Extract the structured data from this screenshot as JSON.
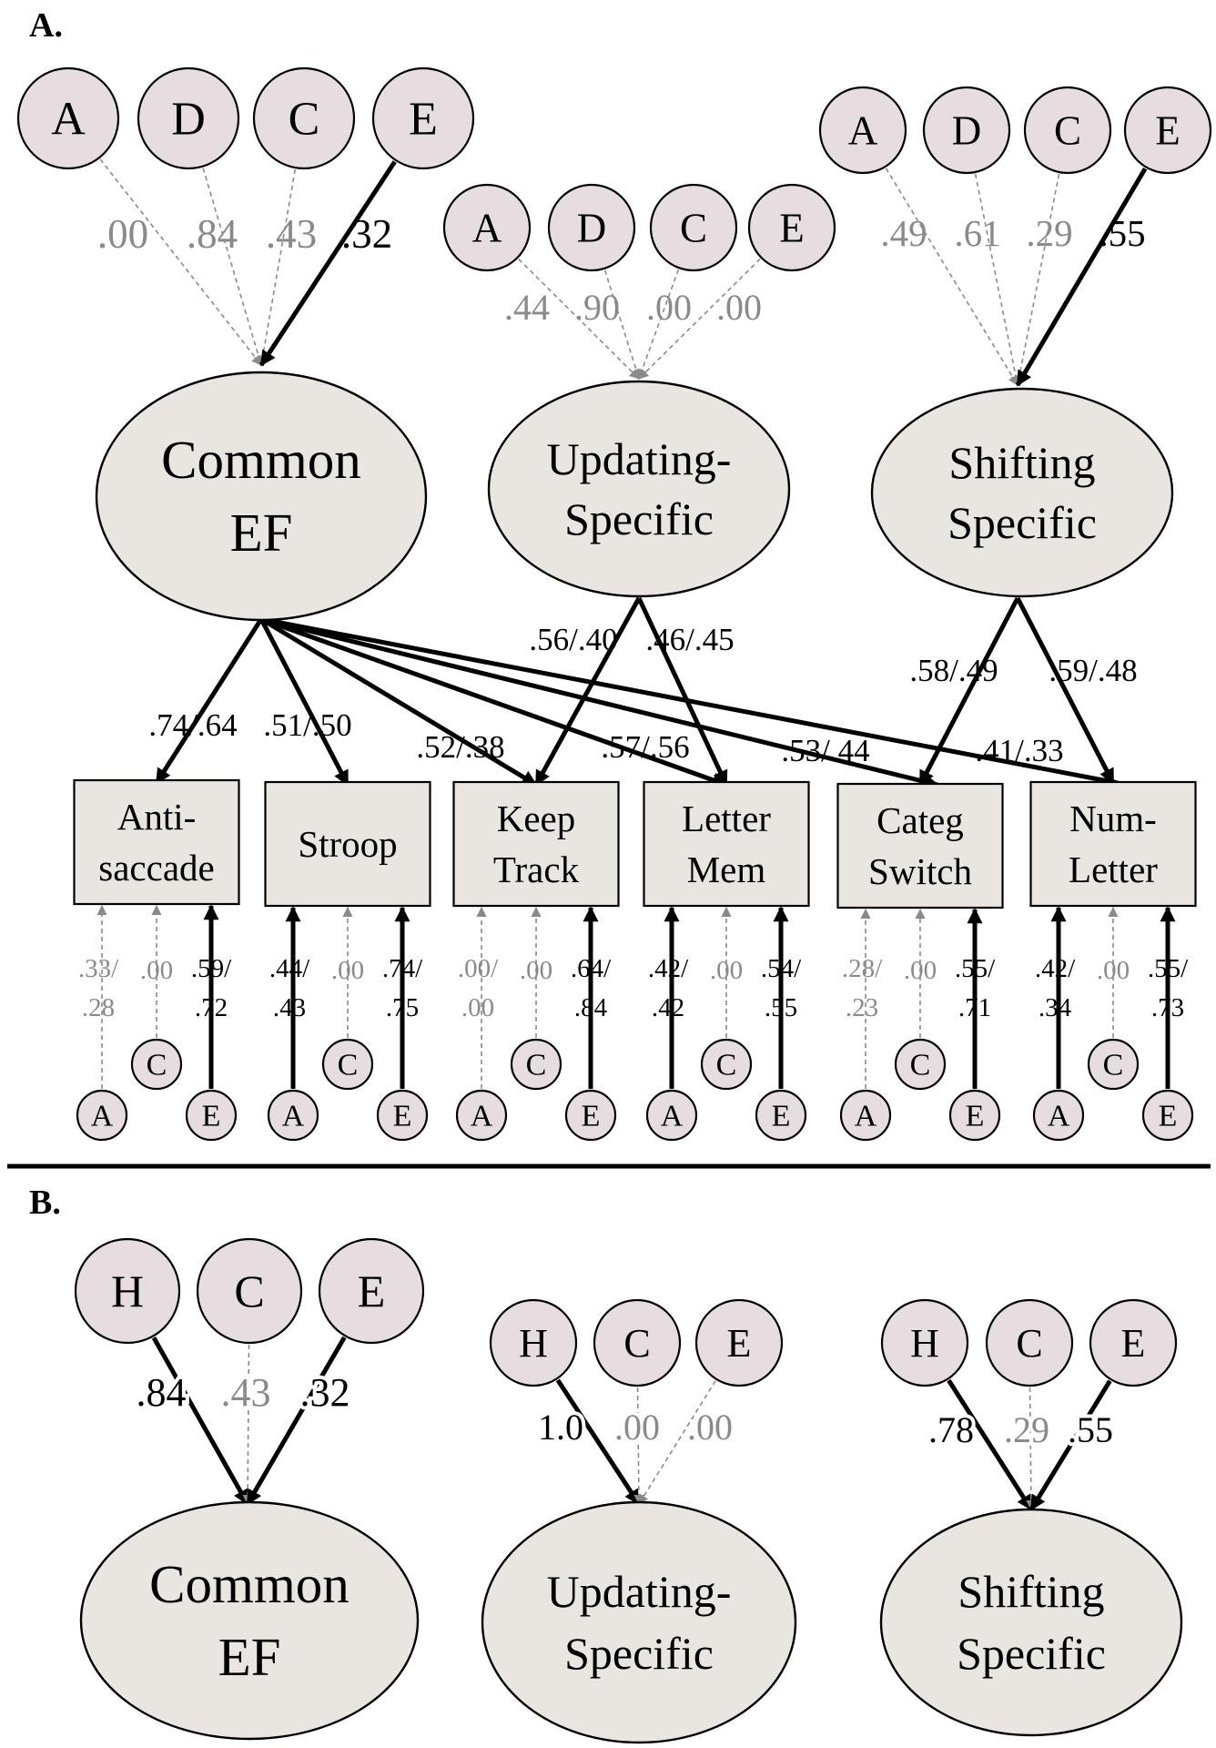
{
  "panels": {
    "a": {
      "label": "A."
    },
    "b": {
      "label": "B."
    }
  },
  "colors": {
    "circle_fill": "#e6dde0",
    "latent_fill": "#e9e6e1",
    "significant": "#000000",
    "nonsignificant": "#8a8a8a"
  },
  "panel_a": {
    "factors": {
      "common": {
        "name": [
          "Common",
          "EF"
        ],
        "components": [
          {
            "letter": "A",
            "value": ".00",
            "significant": false
          },
          {
            "letter": "D",
            "value": ".84",
            "significant": false
          },
          {
            "letter": "C",
            "value": ".43",
            "significant": false
          },
          {
            "letter": "E",
            "value": ".32",
            "significant": true
          }
        ]
      },
      "updating": {
        "name": [
          "Updating-",
          "Specific"
        ],
        "components": [
          {
            "letter": "A",
            "value": ".44",
            "significant": false
          },
          {
            "letter": "D",
            "value": ".90",
            "significant": false
          },
          {
            "letter": "C",
            "value": ".00",
            "significant": false
          },
          {
            "letter": "E",
            "value": ".00",
            "significant": false
          }
        ]
      },
      "shifting": {
        "name": [
          "Shifting",
          "Specific"
        ],
        "components": [
          {
            "letter": "A",
            "value": ".49",
            "significant": false
          },
          {
            "letter": "D",
            "value": ".61",
            "significant": false
          },
          {
            "letter": "C",
            "value": ".29",
            "significant": false
          },
          {
            "letter": "E",
            "value": ".55",
            "significant": true
          }
        ]
      }
    },
    "loadings": {
      "common": [
        ".74/.64",
        ".51/.50",
        ".52/.38",
        ".57/.56",
        ".53/.44",
        ".41/.33"
      ],
      "updating": [
        ".56/.40",
        ".46/.45"
      ],
      "shifting": [
        ".58/.49",
        ".59/.48"
      ]
    },
    "tasks": [
      {
        "name": [
          "Anti-",
          "saccade"
        ],
        "residuals": [
          {
            "letter": "A",
            "value": [
              ".33/",
              ".28"
            ],
            "significant": false
          },
          {
            "letter": "C",
            "value": [
              ".00"
            ],
            "significant": false
          },
          {
            "letter": "E",
            "value": [
              ".59/",
              ".72"
            ],
            "significant": true
          }
        ]
      },
      {
        "name": [
          "Stroop"
        ],
        "residuals": [
          {
            "letter": "A",
            "value": [
              ".44/",
              ".43"
            ],
            "significant": true
          },
          {
            "letter": "C",
            "value": [
              ".00"
            ],
            "significant": false
          },
          {
            "letter": "E",
            "value": [
              ".74/",
              ".75"
            ],
            "significant": true
          }
        ]
      },
      {
        "name": [
          "Keep",
          "Track"
        ],
        "residuals": [
          {
            "letter": "A",
            "value": [
              ".00/",
              ".00"
            ],
            "significant": false
          },
          {
            "letter": "C",
            "value": [
              ".00"
            ],
            "significant": false
          },
          {
            "letter": "E",
            "value": [
              ".64/",
              ".84"
            ],
            "significant": true
          }
        ]
      },
      {
        "name": [
          "Letter",
          "Mem"
        ],
        "residuals": [
          {
            "letter": "A",
            "value": [
              ".42/",
              ".42"
            ],
            "significant": true
          },
          {
            "letter": "C",
            "value": [
              ".00"
            ],
            "significant": false
          },
          {
            "letter": "E",
            "value": [
              ".54/",
              ".55"
            ],
            "significant": true
          }
        ]
      },
      {
        "name": [
          "Categ",
          "Switch"
        ],
        "residuals": [
          {
            "letter": "A",
            "value": [
              ".28/",
              ".23"
            ],
            "significant": false
          },
          {
            "letter": "C",
            "value": [
              ".00"
            ],
            "significant": false
          },
          {
            "letter": "E",
            "value": [
              ".55/",
              ".71"
            ],
            "significant": true
          }
        ]
      },
      {
        "name": [
          "Num-",
          "Letter"
        ],
        "residuals": [
          {
            "letter": "A",
            "value": [
              ".42/",
              ".34"
            ],
            "significant": true
          },
          {
            "letter": "C",
            "value": [
              ".00"
            ],
            "significant": false
          },
          {
            "letter": "E",
            "value": [
              ".55/",
              ".73"
            ],
            "significant": true
          }
        ]
      }
    ]
  },
  "panel_b": {
    "factors": {
      "common": {
        "name": [
          "Common",
          "EF"
        ],
        "components": [
          {
            "letter": "H",
            "value": ".84",
            "significant": true
          },
          {
            "letter": "C",
            "value": ".43",
            "significant": false
          },
          {
            "letter": "E",
            "value": ".32",
            "significant": true
          }
        ]
      },
      "updating": {
        "name": [
          "Updating-",
          "Specific"
        ],
        "components": [
          {
            "letter": "H",
            "value": "1.0",
            "significant": true
          },
          {
            "letter": "C",
            "value": ".00",
            "significant": false
          },
          {
            "letter": "E",
            "value": ".00",
            "significant": false
          }
        ]
      },
      "shifting": {
        "name": [
          "Shifting",
          "Specific"
        ],
        "components": [
          {
            "letter": "H",
            "value": ".78",
            "significant": true
          },
          {
            "letter": "C",
            "value": ".29",
            "significant": false
          },
          {
            "letter": "E",
            "value": ".55",
            "significant": true
          }
        ]
      }
    }
  }
}
